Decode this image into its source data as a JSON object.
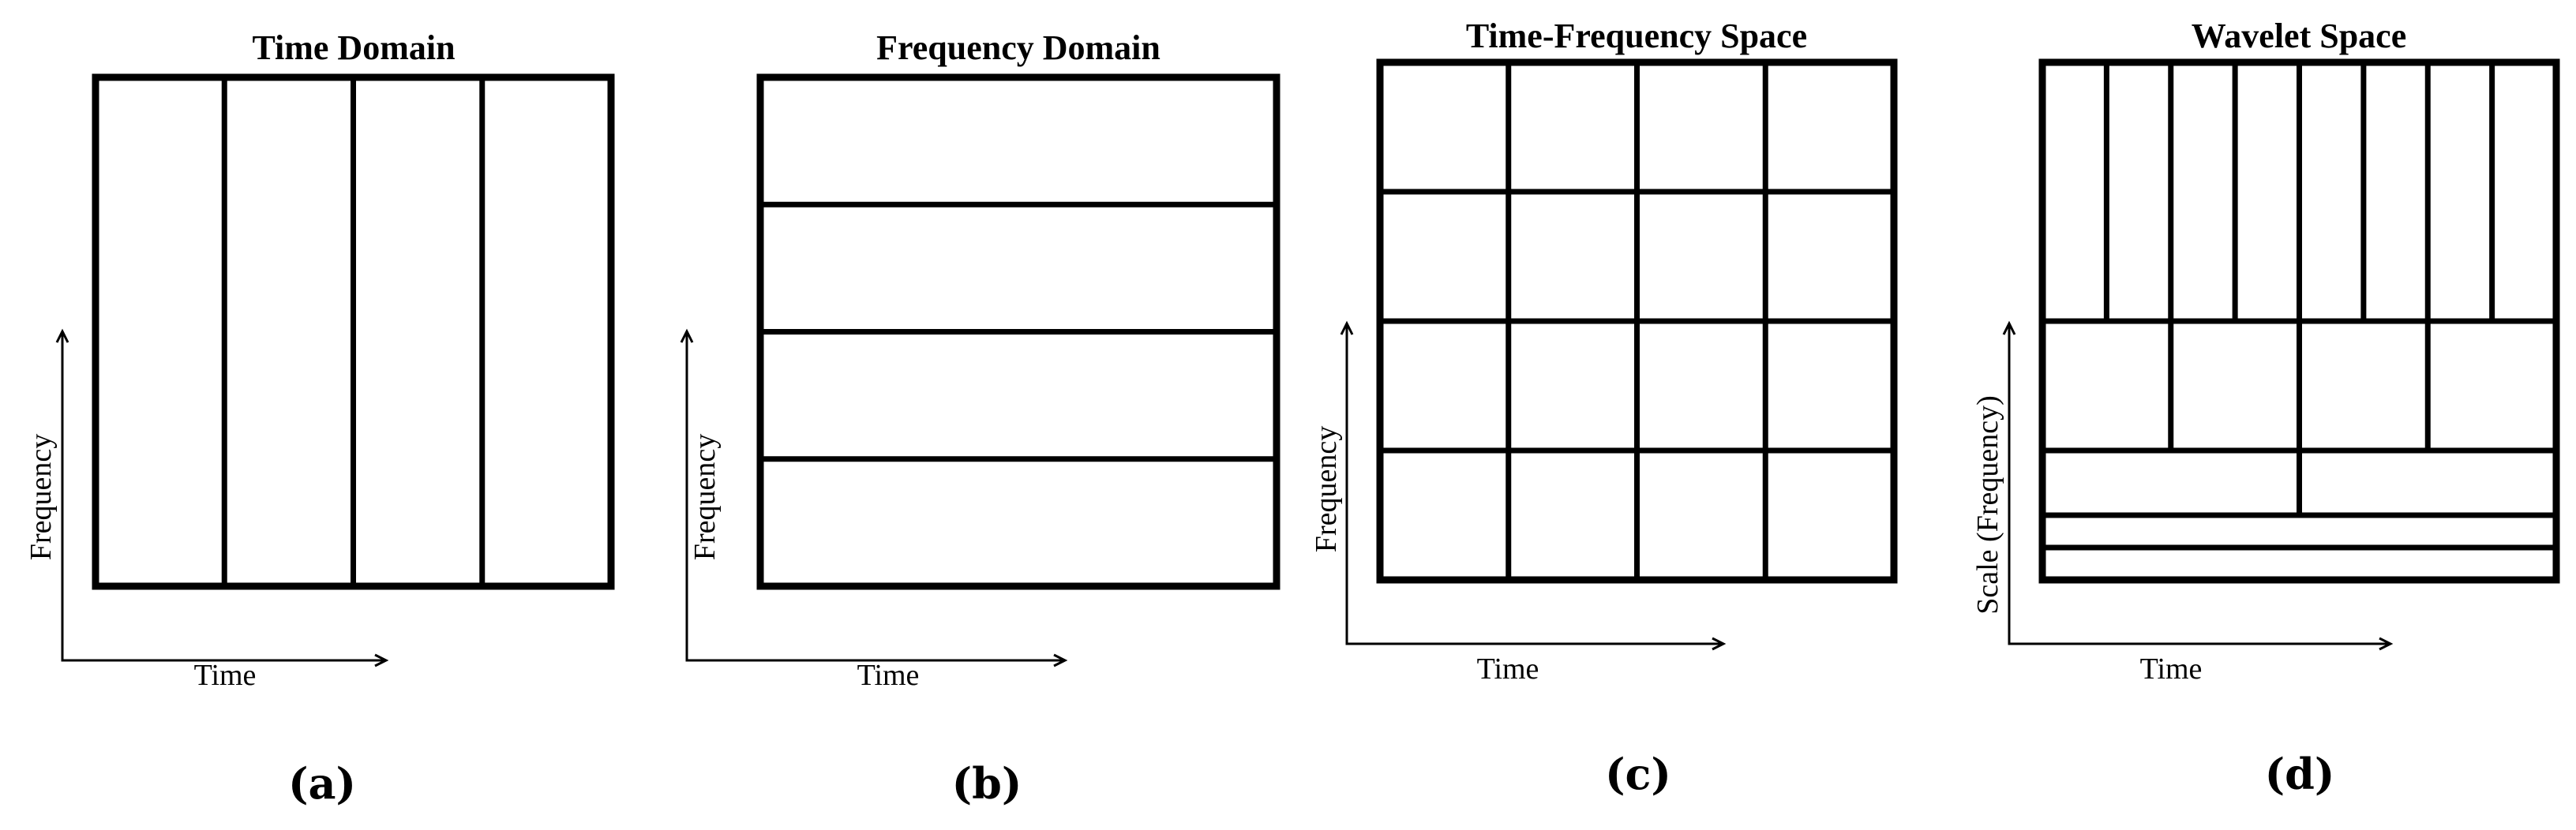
{
  "panels": [
    {
      "title": "Time Domain",
      "xlabel": "Time",
      "ylabel": "Frequency",
      "sublabel": "(a)"
    },
    {
      "title": "Frequency Domain",
      "xlabel": "Time",
      "ylabel": "Frequency",
      "sublabel": "(b)"
    },
    {
      "title": "Time-Frequency Space",
      "xlabel": "Time",
      "ylabel": "Frequency",
      "sublabel": "(c)"
    },
    {
      "title": "Wavelet Space",
      "xlabel": "Time",
      "ylabel": "Scale (Frequency)",
      "sublabel": "(d)"
    }
  ]
}
